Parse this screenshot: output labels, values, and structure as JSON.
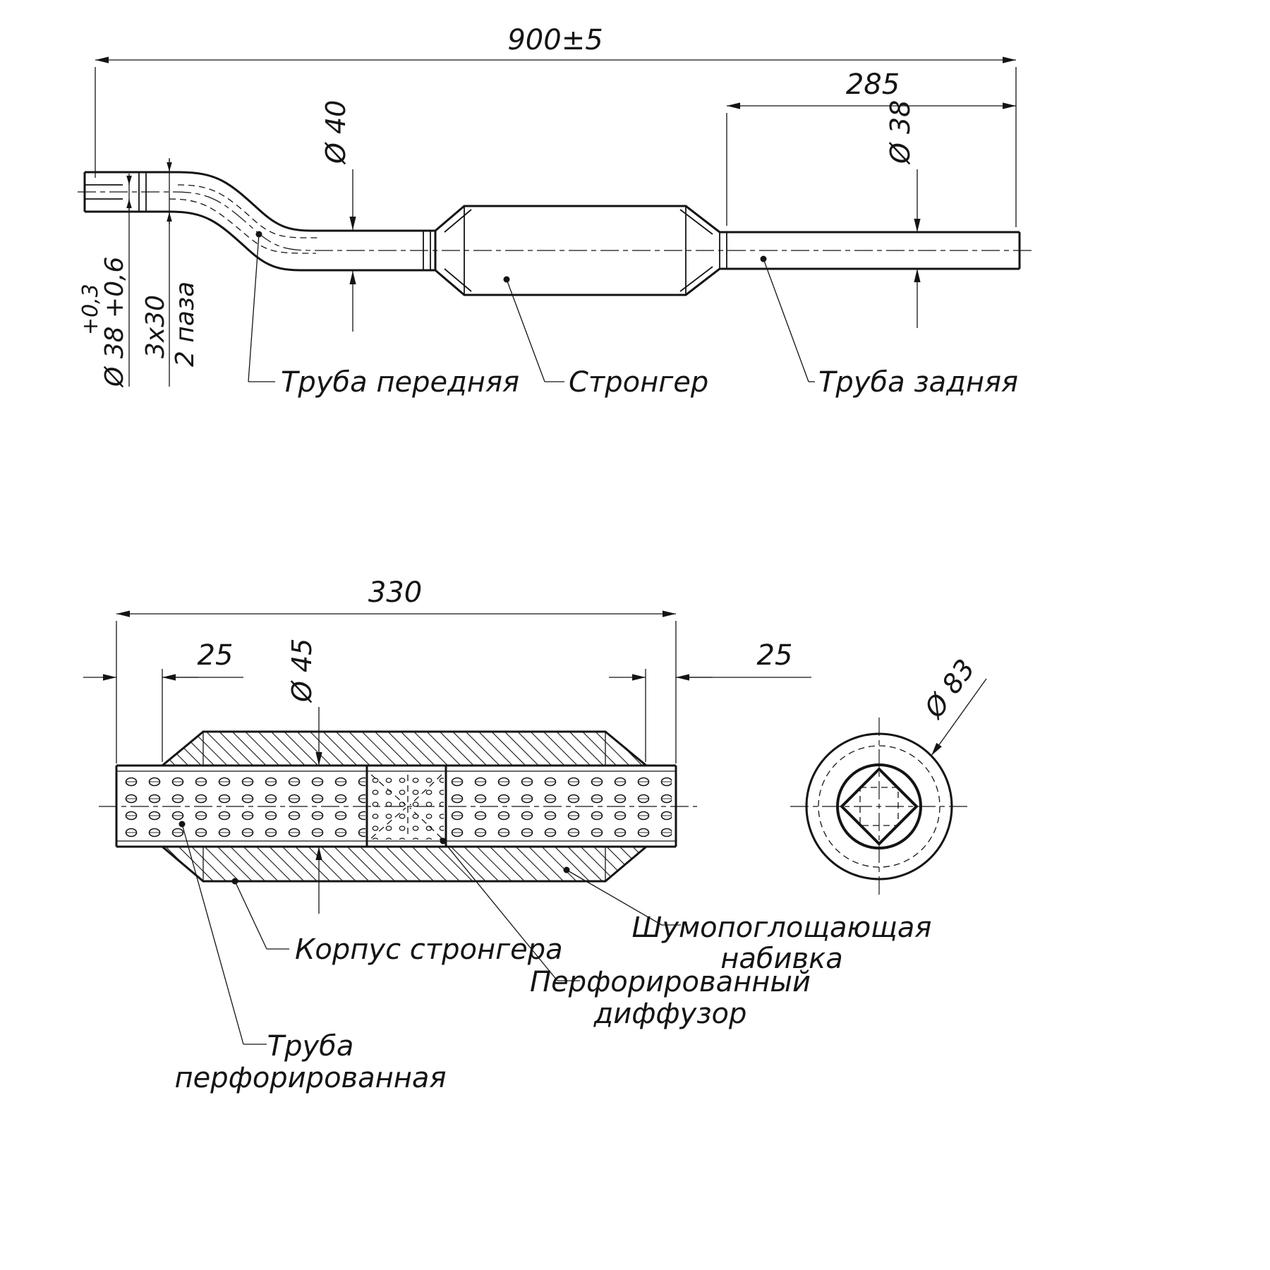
{
  "drawing": {
    "top_view": {
      "dim_overall": "900±5",
      "dim_rear_len": "285",
      "dim_mid_dia": "Ø 40",
      "dim_rear_dia": "Ø 38",
      "dim_inlet_tol": "+0,3",
      "dim_inlet_dia": "Ø 38 +0,6",
      "dim_slots": "3х30",
      "dim_slots_note": "2 паза",
      "label_front_pipe": "Труба передняя",
      "label_stronger": "Стронгер",
      "label_rear_pipe": "Труба задняя"
    },
    "section_view": {
      "dim_length": "330",
      "dim_offset_left": "25",
      "dim_offset_right": "25",
      "dim_pipe_dia": "Ø 45",
      "dim_shell_dia": "Ø 83",
      "label_shell": "Корпус стронгера",
      "label_perf_pipe_line1": "Труба",
      "label_perf_pipe_line2": "перфорированная",
      "label_diffuser_line1": "Перфорированный",
      "label_diffuser_line2": "диффузор",
      "label_padding_line1": "Шумопоглощающая",
      "label_padding_line2": "набивка"
    }
  }
}
